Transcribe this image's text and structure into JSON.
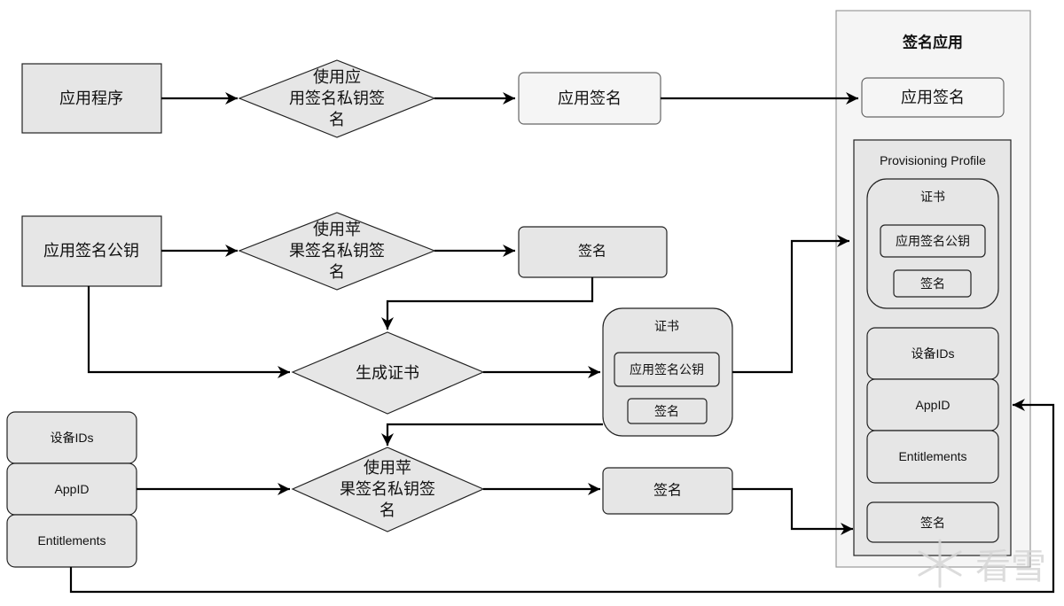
{
  "flow": {
    "app_program": "应用程序",
    "sign_with_app_private_key": {
      "lines": [
        "使用应",
        "用签名私钥签",
        "名"
      ]
    },
    "app_signature": "应用签名",
    "app_sign_public_key": "应用签名公钥",
    "sign_with_apple_private_key_1": {
      "lines": [
        "使用苹",
        "果签名私钥签",
        "名"
      ]
    },
    "signature_1": "签名",
    "generate_certificate": "生成证书",
    "certificate": {
      "title": "证书",
      "public_key": "应用签名公钥",
      "signature": "签名"
    },
    "profile_items": [
      "设备IDs",
      "AppID",
      "Entitlements"
    ],
    "sign_with_apple_private_key_2": {
      "lines": [
        "使用苹",
        "果签名私钥签",
        "名"
      ]
    },
    "signature_2": "签名"
  },
  "signed_app": {
    "title": "签名应用",
    "app_signature": "应用签名",
    "provisioning_profile": {
      "title": "Provisioning Profile",
      "certificate": {
        "title": "证书",
        "public_key": "应用签名公钥",
        "signature": "签名"
      },
      "items": [
        "设备IDs",
        "AppID",
        "Entitlements"
      ],
      "signature": "签名"
    }
  },
  "watermark": "看雪",
  "colors": {
    "box_fill": "#e6e6e6",
    "light_fill": "#f5f5f5",
    "edge": "#000000"
  }
}
